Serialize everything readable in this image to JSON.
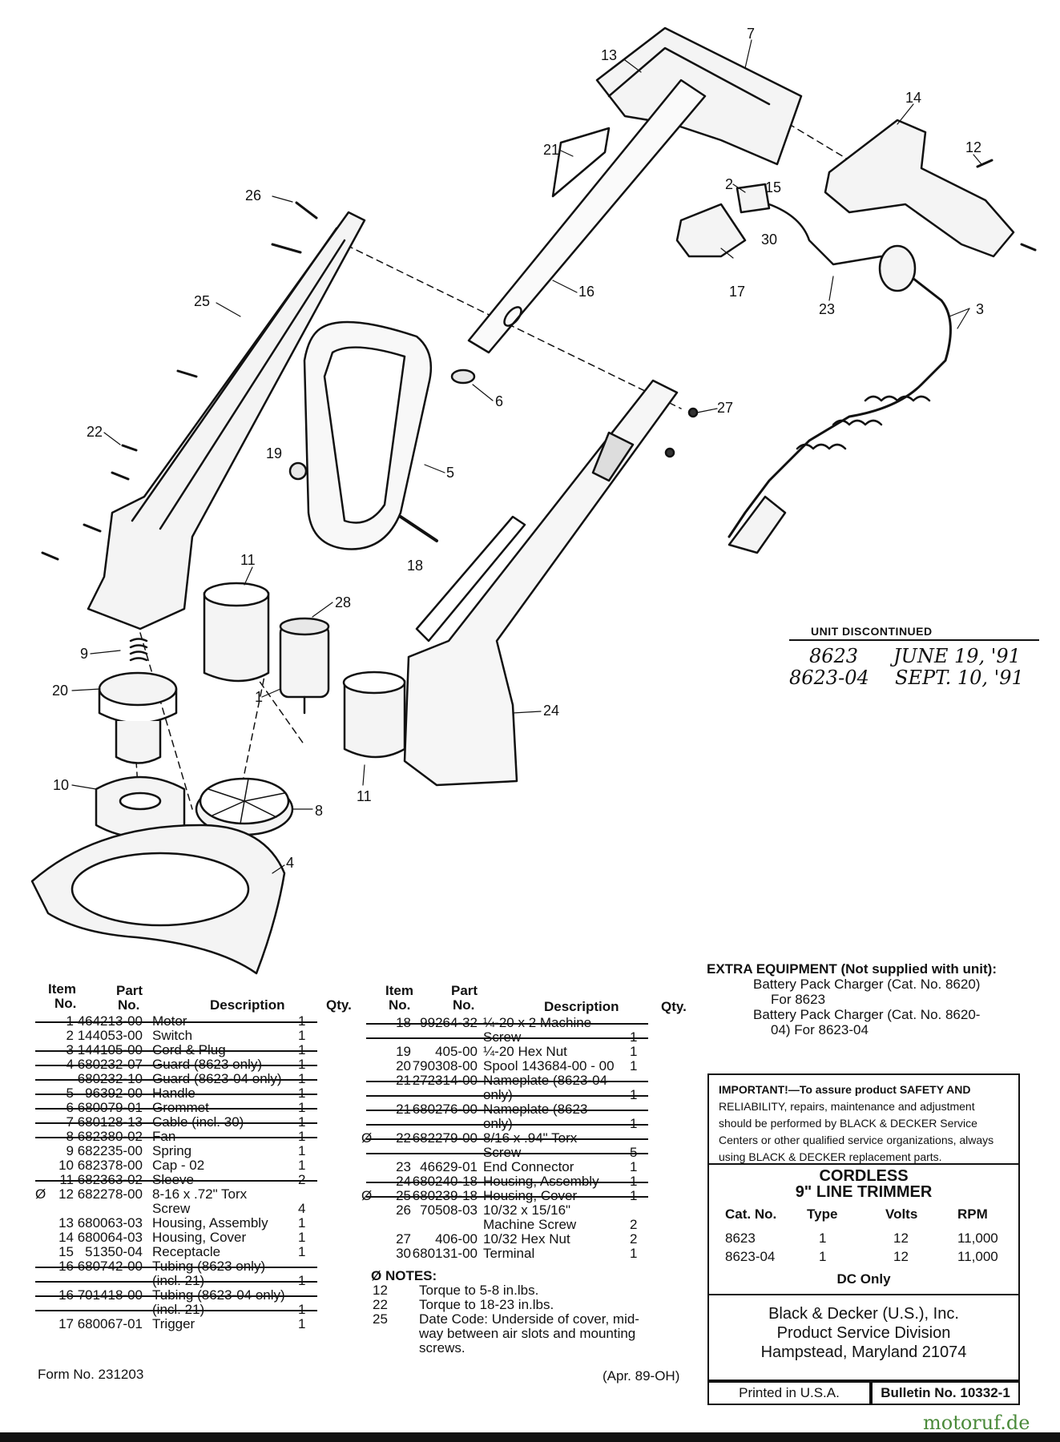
{
  "callouts": [
    {
      "id": "c13",
      "text": "13"
    },
    {
      "id": "c7",
      "text": "7"
    },
    {
      "id": "c14",
      "text": "14"
    },
    {
      "id": "c12",
      "text": "12"
    },
    {
      "id": "c21",
      "text": "21"
    },
    {
      "id": "c26",
      "text": "26"
    },
    {
      "id": "c2",
      "text": "2"
    },
    {
      "id": "c15",
      "text": "15"
    },
    {
      "id": "c30",
      "text": "30"
    },
    {
      "id": "c17",
      "text": "17"
    },
    {
      "id": "c23",
      "text": "23"
    },
    {
      "id": "c3",
      "text": "3"
    },
    {
      "id": "c25",
      "text": "25"
    },
    {
      "id": "c16",
      "text": "16"
    },
    {
      "id": "c6",
      "text": "6"
    },
    {
      "id": "c27",
      "text": "27"
    },
    {
      "id": "c22",
      "text": "22"
    },
    {
      "id": "c19",
      "text": "19"
    },
    {
      "id": "c5",
      "text": "5"
    },
    {
      "id": "c18",
      "text": "18"
    },
    {
      "id": "c11a",
      "text": "11"
    },
    {
      "id": "c28",
      "text": "28"
    },
    {
      "id": "c9",
      "text": "9"
    },
    {
      "id": "c20",
      "text": "20"
    },
    {
      "id": "c1",
      "text": "1"
    },
    {
      "id": "c24",
      "text": "24"
    },
    {
      "id": "c11b",
      "text": "11"
    },
    {
      "id": "c10",
      "text": "10"
    },
    {
      "id": "c8",
      "text": "8"
    },
    {
      "id": "c4",
      "text": "4"
    }
  ],
  "discontinued": {
    "title": "UNIT DISCONTINUED",
    "rows": [
      {
        "model": "8623",
        "date": "JUNE 19, '91"
      },
      {
        "model": "8623-04",
        "date": "SEPT. 10, '91"
      }
    ]
  },
  "left_table": {
    "headers": {
      "item1": "Item",
      "item2": "No.",
      "part1": "Part",
      "part2": "No.",
      "desc": "Description",
      "qty": "Qty."
    },
    "rows": [
      {
        "mark": "",
        "item": "1",
        "part": "464213-00",
        "desc": "Motor",
        "qty": "1",
        "struck": true
      },
      {
        "mark": "",
        "item": "2",
        "part": "144053-00",
        "desc": "Switch",
        "qty": "1",
        "struck": false
      },
      {
        "mark": "",
        "item": "3",
        "part": "144105-00",
        "desc": "Cord & Plug",
        "qty": "1",
        "struck": true
      },
      {
        "mark": "",
        "item": "4",
        "part": "680232-07",
        "desc": "Guard (8623 only)",
        "qty": "1",
        "struck": true
      },
      {
        "mark": "",
        "item": "",
        "part": "680232-10",
        "desc": "Guard (8623-04 only)",
        "qty": "1",
        "struck": true
      },
      {
        "mark": "",
        "item": "5",
        "part": "96392-00",
        "desc": "Handle",
        "qty": "1",
        "struck": true
      },
      {
        "mark": "",
        "item": "6",
        "part": "680079-01",
        "desc": "Grommet",
        "qty": "1",
        "struck": true
      },
      {
        "mark": "",
        "item": "7",
        "part": "680128-13",
        "desc": "Cable (incl. 30)",
        "qty": "1",
        "struck": true
      },
      {
        "mark": "",
        "item": "8",
        "part": "682380-02",
        "desc": "Fan",
        "qty": "1",
        "struck": true
      },
      {
        "mark": "",
        "item": "9",
        "part": "682235-00",
        "desc": "Spring",
        "qty": "1",
        "struck": false
      },
      {
        "mark": "",
        "item": "10",
        "part": "682378-00",
        "desc": "Cap - 02",
        "qty": "1",
        "struck": false
      },
      {
        "mark": "",
        "item": "11",
        "part": "682363-02",
        "desc": "Sleeve",
        "qty": "2",
        "struck": true
      },
      {
        "mark": "Ø",
        "item": "12",
        "part": "682278-00",
        "desc": "8-16 x .72\" Torx",
        "qty": "",
        "struck": false
      },
      {
        "mark": "",
        "item": "",
        "part": "",
        "desc": "Screw",
        "qty": "4",
        "struck": false
      },
      {
        "mark": "",
        "item": "13",
        "part": "680063-03",
        "desc": "Housing, Assembly",
        "qty": "1",
        "struck": false
      },
      {
        "mark": "",
        "item": "14",
        "part": "680064-03",
        "desc": "Housing, Cover",
        "qty": "1",
        "struck": false
      },
      {
        "mark": "",
        "item": "15",
        "part": "51350-04",
        "desc": "Receptacle",
        "qty": "1",
        "struck": false
      },
      {
        "mark": "",
        "item": "16",
        "part": "680742-00",
        "desc": "Tubing (8623 only)",
        "qty": "",
        "struck": true
      },
      {
        "mark": "",
        "item": "",
        "part": "",
        "desc": "(incl. 21)",
        "qty": "1",
        "struck": true
      },
      {
        "mark": "",
        "item": "16",
        "part": "701418-00",
        "desc": "Tubing (8623-04 only)",
        "qty": "",
        "struck": true
      },
      {
        "mark": "",
        "item": "",
        "part": "",
        "desc": "(incl. 21)",
        "qty": "1",
        "struck": true
      },
      {
        "mark": "",
        "item": "17",
        "part": "680067-01",
        "desc": "Trigger",
        "qty": "1",
        "struck": false
      }
    ]
  },
  "right_table": {
    "headers": {
      "item1": "Item",
      "item2": "No.",
      "part1": "Part",
      "part2": "No.",
      "desc": "Description",
      "qty": "Qty."
    },
    "rows": [
      {
        "mark": "",
        "item": "18",
        "part": "99264-32",
        "desc": "¼-20 x 2 Machine",
        "qty": "",
        "struck": true
      },
      {
        "mark": "",
        "item": "",
        "part": "",
        "desc": "Screw",
        "qty": "1",
        "struck": true
      },
      {
        "mark": "",
        "item": "19",
        "part": "405-00",
        "desc": "¼-20 Hex Nut",
        "qty": "1",
        "struck": false
      },
      {
        "mark": "",
        "item": "20",
        "part": "790308-00",
        "desc": "Spool 143684-00 - 00",
        "qty": "1",
        "struck": false
      },
      {
        "mark": "",
        "item": "21",
        "part": "272314-00",
        "desc": "Nameplate (8623-04",
        "qty": "",
        "struck": true
      },
      {
        "mark": "",
        "item": "",
        "part": "",
        "desc": "only)",
        "qty": "1",
        "struck": true
      },
      {
        "mark": "",
        "item": "21",
        "part": "680276-00",
        "desc": "Nameplate (8623",
        "qty": "",
        "struck": true
      },
      {
        "mark": "",
        "item": "",
        "part": "",
        "desc": "only)",
        "qty": "1",
        "struck": true
      },
      {
        "mark": "Ø",
        "item": "22",
        "part": "682279-00",
        "desc": "8/16 x .94\" Torx",
        "qty": "",
        "struck": true
      },
      {
        "mark": "",
        "item": "",
        "part": "",
        "desc": "Screw",
        "qty": "5",
        "struck": true
      },
      {
        "mark": "",
        "item": "23",
        "part": "46629-01",
        "desc": "End Connector",
        "qty": "1",
        "struck": false
      },
      {
        "mark": "",
        "item": "24",
        "part": "680240-18",
        "desc": "Housing, Assembly",
        "qty": "1",
        "struck": true
      },
      {
        "mark": "Ø",
        "item": "25",
        "part": "680239-18",
        "desc": "Housing, Cover",
        "qty": "1",
        "struck": true
      },
      {
        "mark": "",
        "item": "26",
        "part": "70508-03",
        "desc": "10/32 x 15/16\"",
        "qty": "",
        "struck": false
      },
      {
        "mark": "",
        "item": "",
        "part": "",
        "desc": "Machine Screw",
        "qty": "2",
        "struck": false
      },
      {
        "mark": "",
        "item": "27",
        "part": "406-00",
        "desc": "10/32 Hex Nut",
        "qty": "2",
        "struck": false
      },
      {
        "mark": "",
        "item": "30",
        "part": "680131-00",
        "desc": "Terminal",
        "qty": "1",
        "struck": false
      }
    ]
  },
  "notes": {
    "title": "Ø NOTES:",
    "items": [
      {
        "num": "12",
        "text": "Torque to 5-8 in.lbs."
      },
      {
        "num": "22",
        "text": "Torque to 18-23 in.lbs."
      },
      {
        "num": "25",
        "text": "Date Code: Underside of cover, mid-"
      },
      {
        "num": "",
        "text": "way between air slots and mounting"
      },
      {
        "num": "",
        "text": "screws."
      }
    ]
  },
  "extra_equipment": {
    "title": "EXTRA EQUIPMENT (Not supplied with unit):",
    "lines": [
      "Battery Pack Charger (Cat. No. 8620)",
      "For 8623",
      "Battery Pack Charger (Cat. No. 8620-",
      "04) For 8623-04"
    ]
  },
  "important": {
    "lines": [
      "IMPORTANT!—To assure product SAFETY AND",
      "RELIABILITY, repairs, maintenance and adjustment",
      "should be performed by BLACK & DECKER Service",
      "Centers or other qualified service organizations, always",
      "using BLACK & DECKER replacement parts."
    ]
  },
  "product": {
    "title1": "CORDLESS",
    "title2": "9\" LINE TRIMMER",
    "headers": [
      "Cat. No.",
      "Type",
      "Volts",
      "RPM"
    ],
    "rows": [
      [
        "8623",
        "1",
        "12",
        "11,000"
      ],
      [
        "8623-04",
        "1",
        "12",
        "11,000"
      ]
    ],
    "footer": "DC Only"
  },
  "company": {
    "lines": [
      "Black & Decker (U.S.), Inc.",
      "Product Service Division",
      "Hampstead, Maryland 21074"
    ]
  },
  "printed": "Printed in U.S.A.",
  "bulletin": "Bulletin No. 10332-1",
  "form_no": "Form No. 231203",
  "date_code": "(Apr. 89-OH)",
  "watermark": "motoruf.de"
}
